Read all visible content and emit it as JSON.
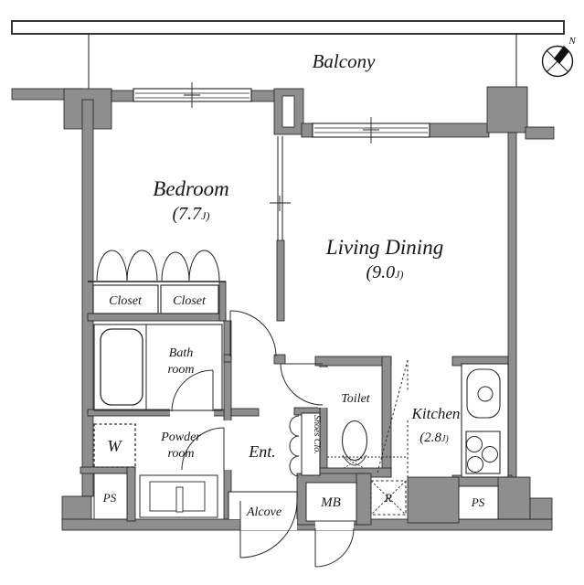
{
  "floorplan": {
    "balcony": {
      "label": "Balcony"
    },
    "compass": {
      "north_label": "N"
    },
    "bedroom": {
      "name": "Bedroom",
      "size_num": "(7.7",
      "size_unit": "J)"
    },
    "living_dining": {
      "name": "Living Dining",
      "size_num": "(9.0",
      "size_unit": "J)"
    },
    "kitchen": {
      "name": "Kitchen",
      "size_num": "(2.8",
      "size_unit": "J)"
    },
    "closet_left": {
      "label": "Closet"
    },
    "closet_right": {
      "label": "Closet"
    },
    "bathroom": {
      "label_line1": "Bath",
      "label_line2": "room"
    },
    "powder_room": {
      "label_line1": "Powder",
      "label_line2": "room"
    },
    "toilet": {
      "label": "Toilet"
    },
    "entrance": {
      "label": "Ent."
    },
    "shoes_closet": {
      "label": "Shoes Clo."
    },
    "alcove": {
      "label": "Alcove"
    },
    "washer": {
      "label": "W"
    },
    "pipe_shaft_left": {
      "label": "PS"
    },
    "pipe_shaft_right": {
      "label": "PS"
    },
    "meter_box": {
      "label": "MB"
    },
    "refrigerator": {
      "label": "R"
    },
    "colors": {
      "wall": "#8e8e8e",
      "line": "#1f1f1f",
      "background": "#ffffff"
    }
  }
}
